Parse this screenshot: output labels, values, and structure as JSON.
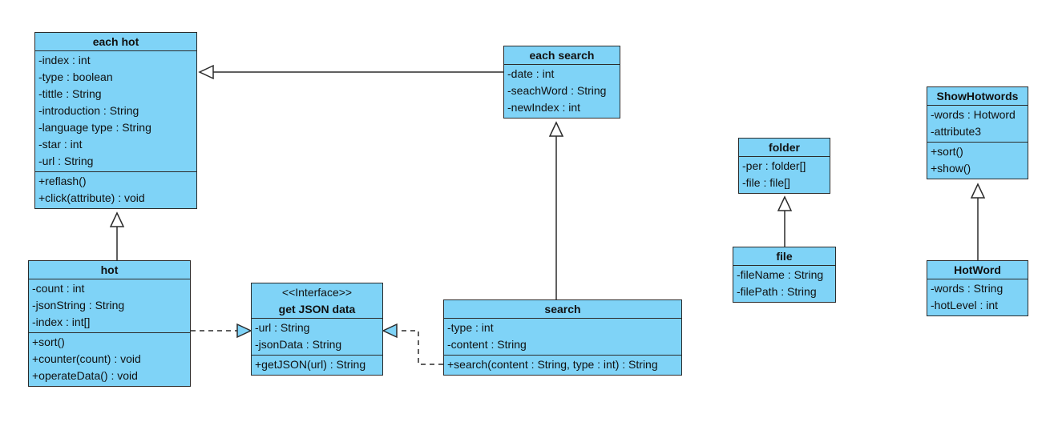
{
  "classes": {
    "each_hot": {
      "name": "each hot",
      "attributes": [
        "-index : int",
        "-type : boolean",
        "-tittle : String",
        "-introduction : String",
        "-language type : String",
        "-star : int",
        "-url : String"
      ],
      "operations": [
        "+reflash()",
        "+click(attribute) : void"
      ]
    },
    "each_search": {
      "name": "each search",
      "attributes": [
        "-date : int",
        "-seachWord : String",
        "-newIndex : int"
      ],
      "operations": []
    },
    "hot": {
      "name": "hot",
      "attributes": [
        "-count : int",
        "-jsonString : String",
        "-index : int[]"
      ],
      "operations": [
        "+sort()",
        "+counter(count) : void",
        "+operateData() : void"
      ]
    },
    "get_json_data": {
      "stereotype": "<<Interface>>",
      "name": "get JSON data",
      "attributes": [
        "-url : String",
        "-jsonData : String"
      ],
      "operations": [
        "+getJSON(url) : String"
      ]
    },
    "search": {
      "name": "search",
      "attributes": [
        "-type : int",
        "-content : String"
      ],
      "operations": [
        "+search(content : String, type : int) : String"
      ]
    },
    "folder": {
      "name": "folder",
      "attributes": [
        "-per : folder[]",
        "-file : file[]"
      ],
      "operations": []
    },
    "file": {
      "name": "file",
      "attributes": [
        "-fileName : String",
        "-filePath : String"
      ],
      "operations": []
    },
    "show_hotwords": {
      "name": "ShowHotwords",
      "attributes": [
        "-words : Hotword",
        "-attribute3"
      ],
      "operations": [
        "+sort()",
        "+show()"
      ]
    },
    "hot_word": {
      "name": "HotWord",
      "attributes": [
        "-words : String",
        "-hotLevel : int"
      ],
      "operations": []
    }
  },
  "relationships": [
    {
      "type": "generalization",
      "from": "each search",
      "to": "each hot"
    },
    {
      "type": "generalization",
      "from": "hot",
      "to": "each hot"
    },
    {
      "type": "generalization",
      "from": "search",
      "to": "each search"
    },
    {
      "type": "realization",
      "from": "hot",
      "to": "get JSON data"
    },
    {
      "type": "realization",
      "from": "search",
      "to": "get JSON data"
    },
    {
      "type": "generalization",
      "from": "file",
      "to": "folder"
    },
    {
      "type": "generalization",
      "from": "HotWord",
      "to": "ShowHotwords"
    }
  ],
  "colors": {
    "class_fill": "#7fd3f7",
    "border": "#2b2b2b",
    "arrow_fill": "#ffffff",
    "realization_arrow_fill": "#7fd3f7"
  }
}
